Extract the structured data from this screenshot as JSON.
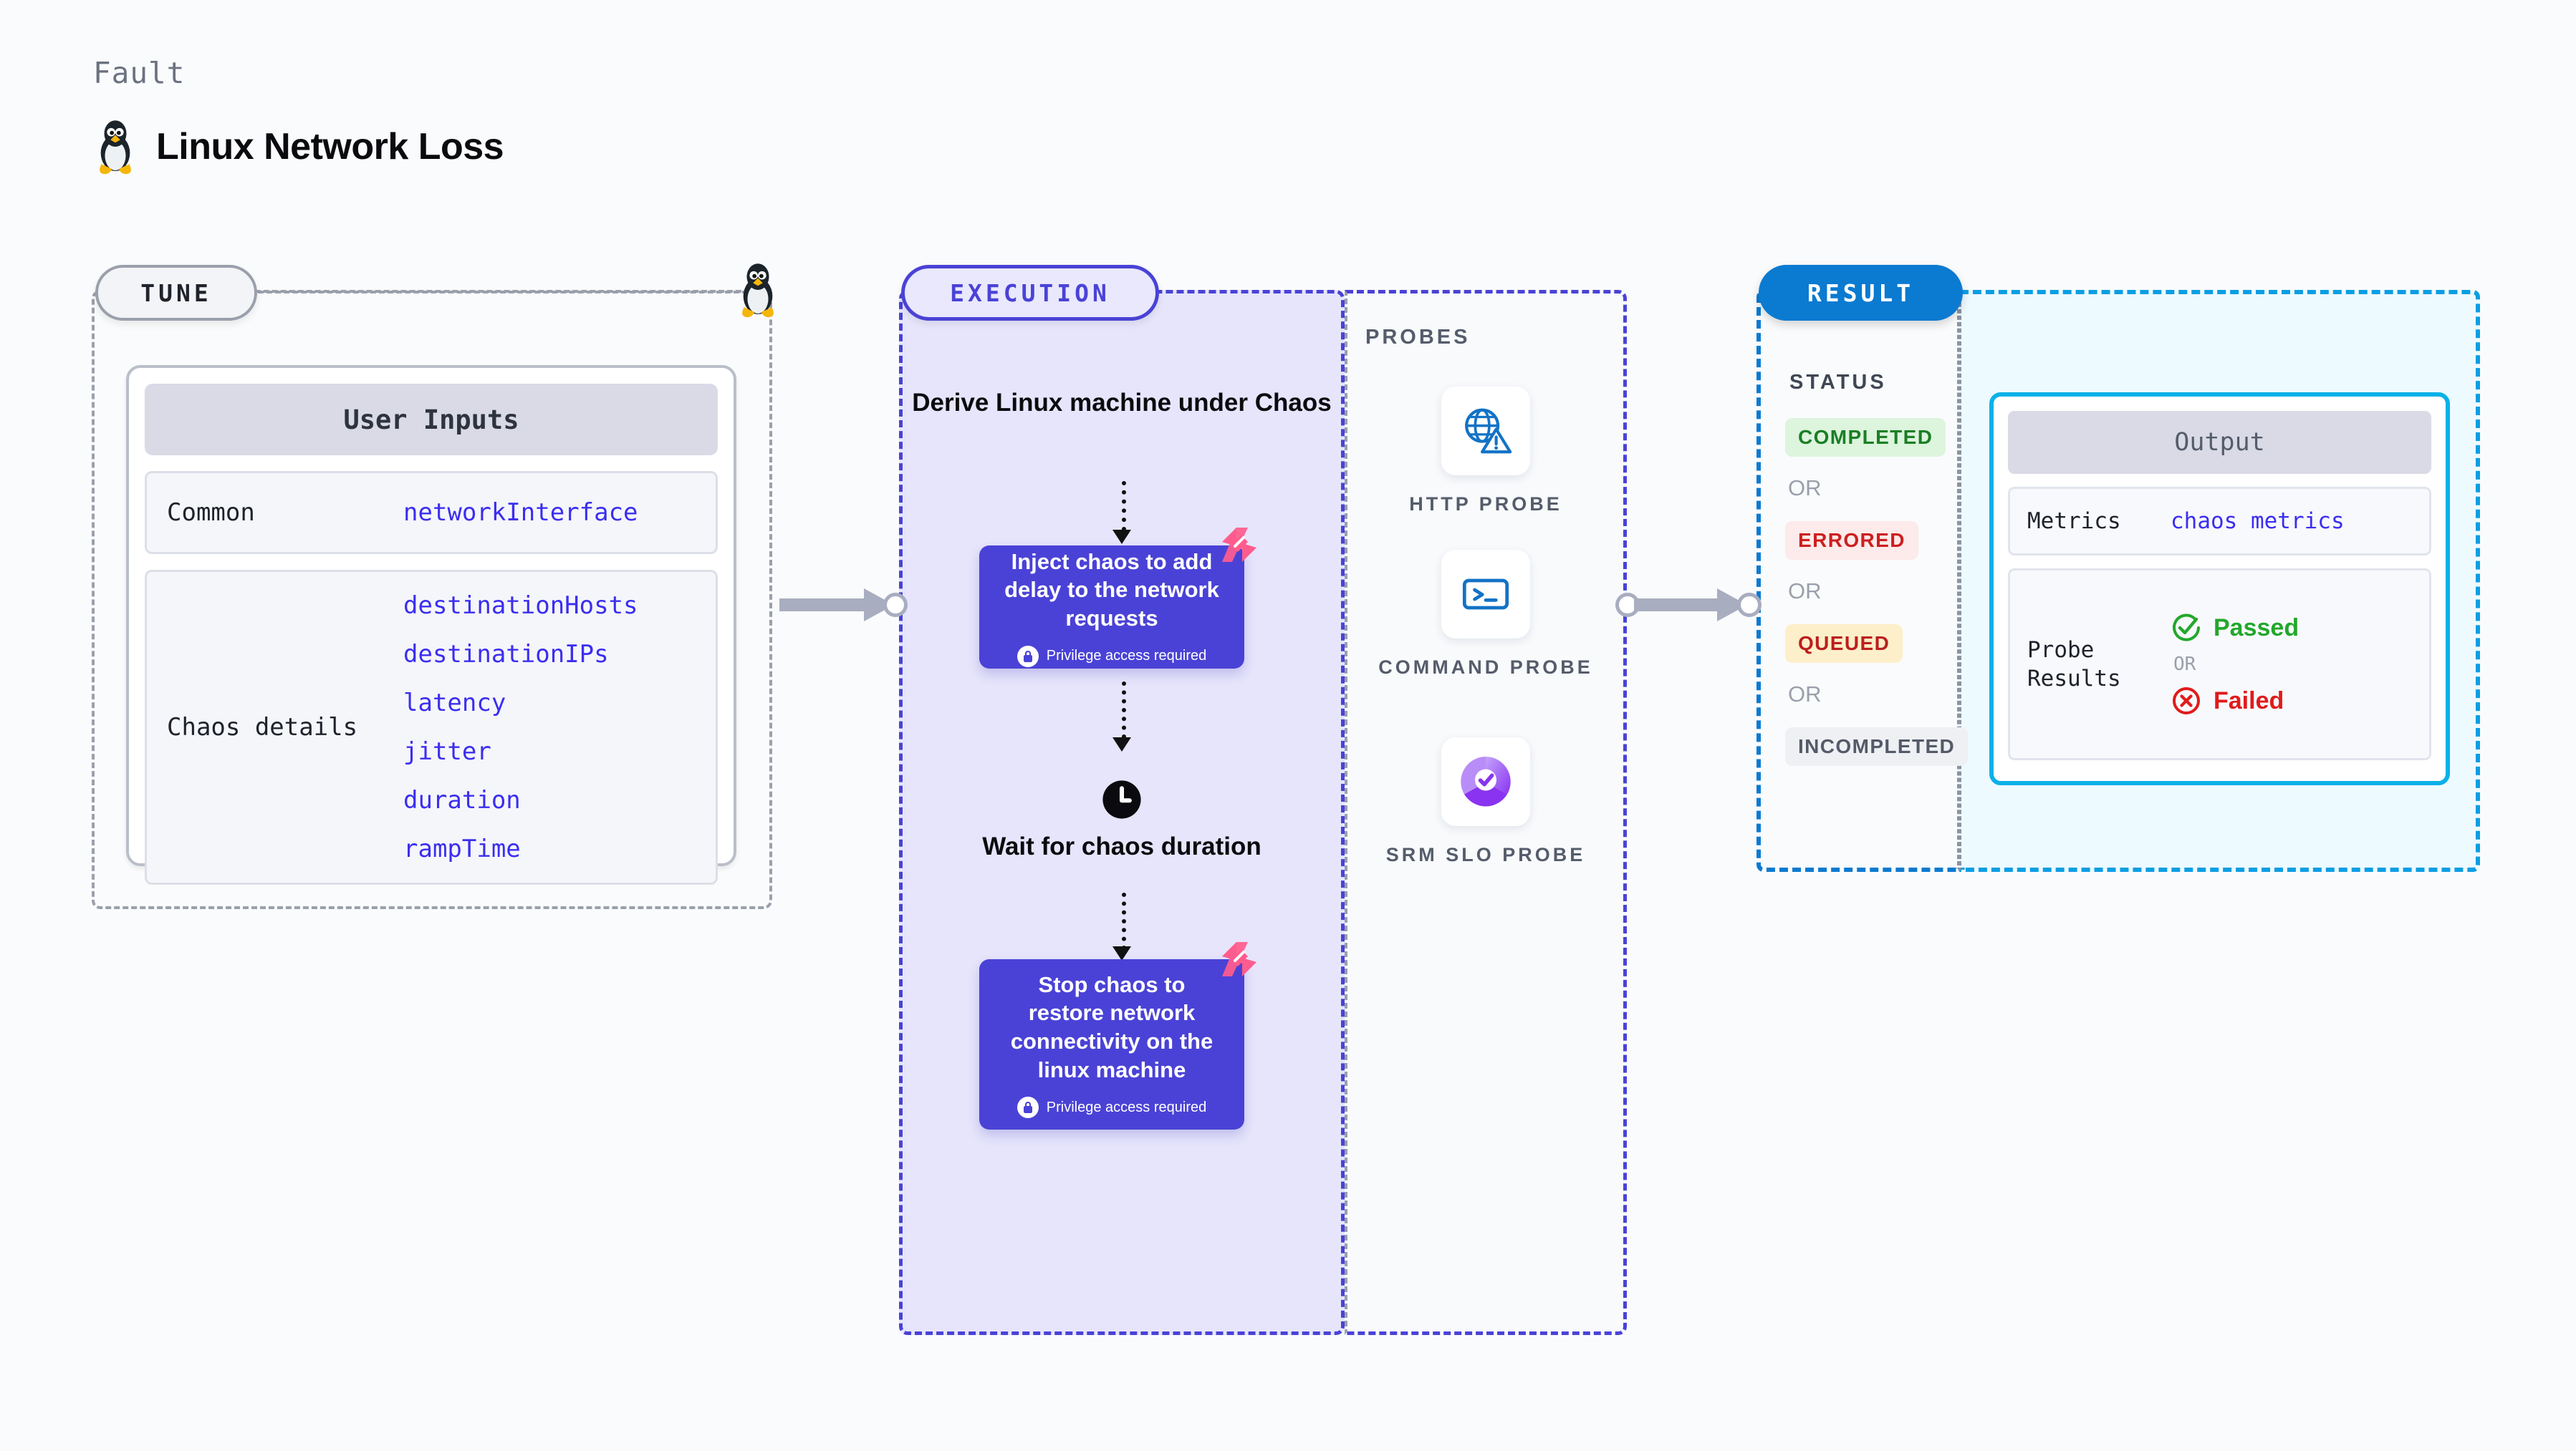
{
  "header": {
    "kicker": "Fault",
    "title": "Linux Network Loss",
    "icon": "linux-tux-icon"
  },
  "tune": {
    "pill_label": "TUNE",
    "card_title": "User Inputs",
    "rows": [
      {
        "label": "Common",
        "values": [
          "networkInterface"
        ]
      },
      {
        "label": "Chaos details",
        "values": [
          "destinationHosts",
          "destinationIPs",
          "latency",
          "jitter",
          "duration",
          "rampTime"
        ]
      }
    ]
  },
  "execution": {
    "pill_label": "EXECUTION",
    "step_1_title": "Derive Linux machine under Chaos",
    "card_1_text": "Inject chaos to add delay to the network requests",
    "card_1_privilege": "Privilege access required",
    "step_2_title": "Wait for chaos duration",
    "card_2_text": "Stop chaos to restore network connectivity on the linux machine",
    "card_2_privilege": "Privilege access required"
  },
  "probes": {
    "heading": "PROBES",
    "items": [
      {
        "label": "HTTP  PROBE",
        "icon": "globe-warning-icon"
      },
      {
        "label": "COMMAND PROBE",
        "icon": "terminal-icon"
      },
      {
        "label": "SRM SLO PROBE",
        "icon": "slo-donut-check-icon"
      }
    ]
  },
  "result": {
    "pill_label": "RESULT",
    "status_heading": "STATUS",
    "or_label": "OR",
    "statuses": [
      {
        "label": "COMPLETED",
        "color": "#1a7f25"
      },
      {
        "label": "ERRORED",
        "color": "#cc1f1f"
      },
      {
        "label": "QUEUED",
        "color": "#bb1f1f"
      },
      {
        "label": "INCOMPLETED",
        "color": "#545a68"
      }
    ],
    "output": {
      "title": "Output",
      "metrics_label": "Metrics",
      "metrics_value": "chaos metrics",
      "probe_results_label": "Probe Results",
      "passed_label": "Passed",
      "failed_label": "Failed",
      "or_label": "OR"
    }
  }
}
